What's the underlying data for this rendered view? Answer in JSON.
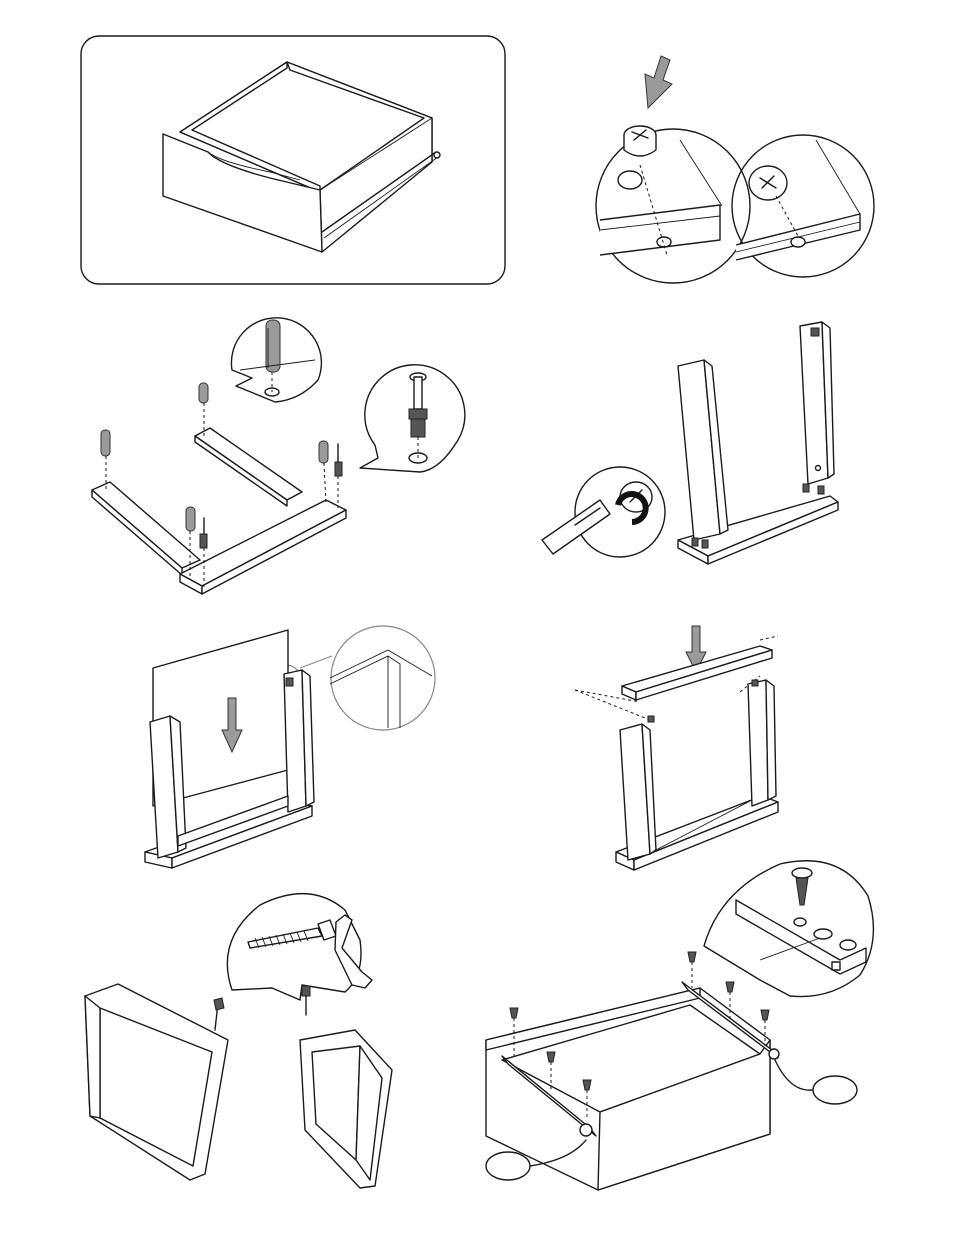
{
  "figure": {
    "steps": [
      {
        "id": "finished-drawer",
        "caption": ""
      },
      {
        "id": "cam-lock-insert",
        "caption": ""
      },
      {
        "id": "dowel-insert",
        "caption": ""
      },
      {
        "id": "side-panel-attach",
        "caption": ""
      },
      {
        "id": "bottom-panel-slide",
        "caption": ""
      },
      {
        "id": "top-rail-attach",
        "caption": ""
      },
      {
        "id": "back-nail",
        "caption": ""
      },
      {
        "id": "rail-screw",
        "caption": ""
      }
    ]
  }
}
